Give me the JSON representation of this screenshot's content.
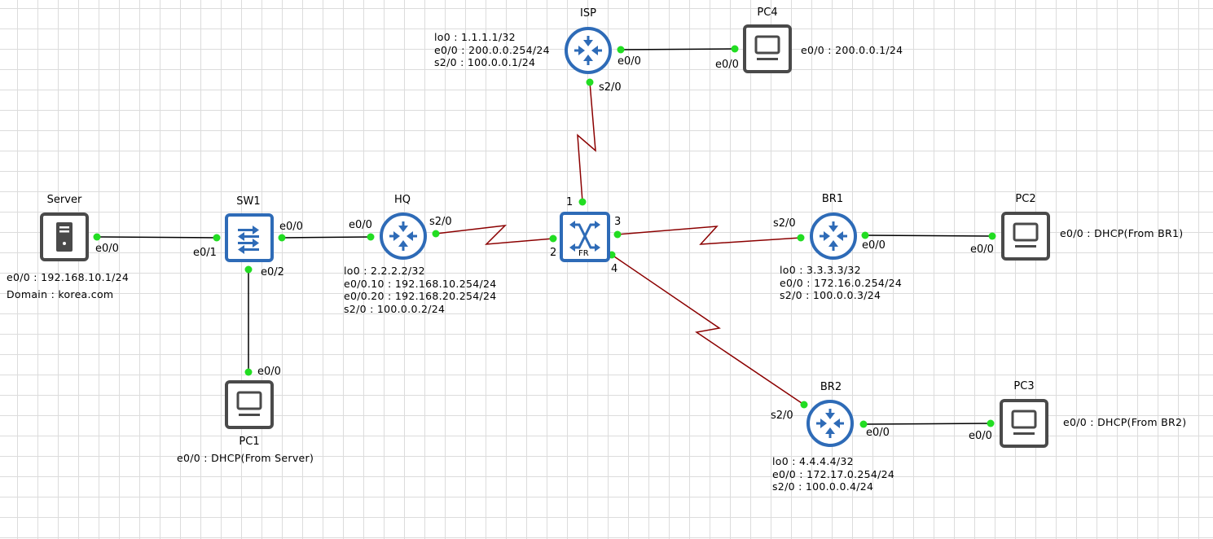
{
  "colors": {
    "serial_link": "#8b0000",
    "ethernet_link": "#000000",
    "port_dot": "#22dd22",
    "router_blue": "#2e6bb7",
    "device_gray": "#4a4a4a"
  },
  "nodes": {
    "isp": {
      "name": "ISP",
      "icon": "router-icon",
      "info": "lo0 : 1.1.1.1/32\ne0/0 : 200.0.0.254/24\ns2/0 : 100.0.0.1/24"
    },
    "pc4": {
      "name": "PC4",
      "icon": "pc-icon",
      "info": "e0/0 : 200.0.0.1/24"
    },
    "server": {
      "name": "Server",
      "icon": "server-icon",
      "info": "e0/0 : 192.168.10.1/24\nDomain : korea.com"
    },
    "sw1": {
      "name": "SW1",
      "icon": "switch-icon"
    },
    "hq": {
      "name": "HQ",
      "icon": "router-icon",
      "info": "lo0 : 2.2.2.2/32\ne0/0.10 : 192.168.10.254/24\ne0/0.20 : 192.168.20.254/24\ns2/0 : 100.0.0.2/24"
    },
    "fr": {
      "name": "FR",
      "icon": "frame-relay-switch-icon"
    },
    "br1": {
      "name": "BR1",
      "icon": "router-icon",
      "info": "lo0 : 3.3.3.3/32\ne0/0 : 172.16.0.254/24\ns2/0 : 100.0.0.3/24"
    },
    "pc2": {
      "name": "PC2",
      "icon": "pc-icon",
      "info": "e0/0 : DHCP(From BR1)"
    },
    "pc1": {
      "name": "PC1",
      "icon": "pc-icon",
      "info": "e0/0 : DHCP(From Server)"
    },
    "br2": {
      "name": "BR2",
      "icon": "router-icon",
      "info": "lo0 : 4.4.4.4/32\ne0/0 : 172.17.0.254/24\ns2/0 : 100.0.0.4/24"
    },
    "pc3": {
      "name": "PC3",
      "icon": "pc-icon",
      "info": "e0/0 : DHCP(From BR2)"
    }
  },
  "ports": {
    "isp_e00": "e0/0",
    "isp_s20": "s2/0",
    "pc4_e00": "e0/0",
    "server_e00": "e0/0",
    "sw1_e01": "e0/1",
    "sw1_e00": "e0/0",
    "sw1_e02": "e0/2",
    "hq_e00": "e0/0",
    "hq_s20": "s2/0",
    "fr_1": "1",
    "fr_2": "2",
    "fr_3": "3",
    "fr_4": "4",
    "br1_s20": "s2/0",
    "br1_e00": "e0/0",
    "pc2_e00": "e0/0",
    "pc1_e00": "e0/0",
    "br2_s20": "s2/0",
    "br2_e00": "e0/0",
    "pc3_e00": "e0/0"
  }
}
